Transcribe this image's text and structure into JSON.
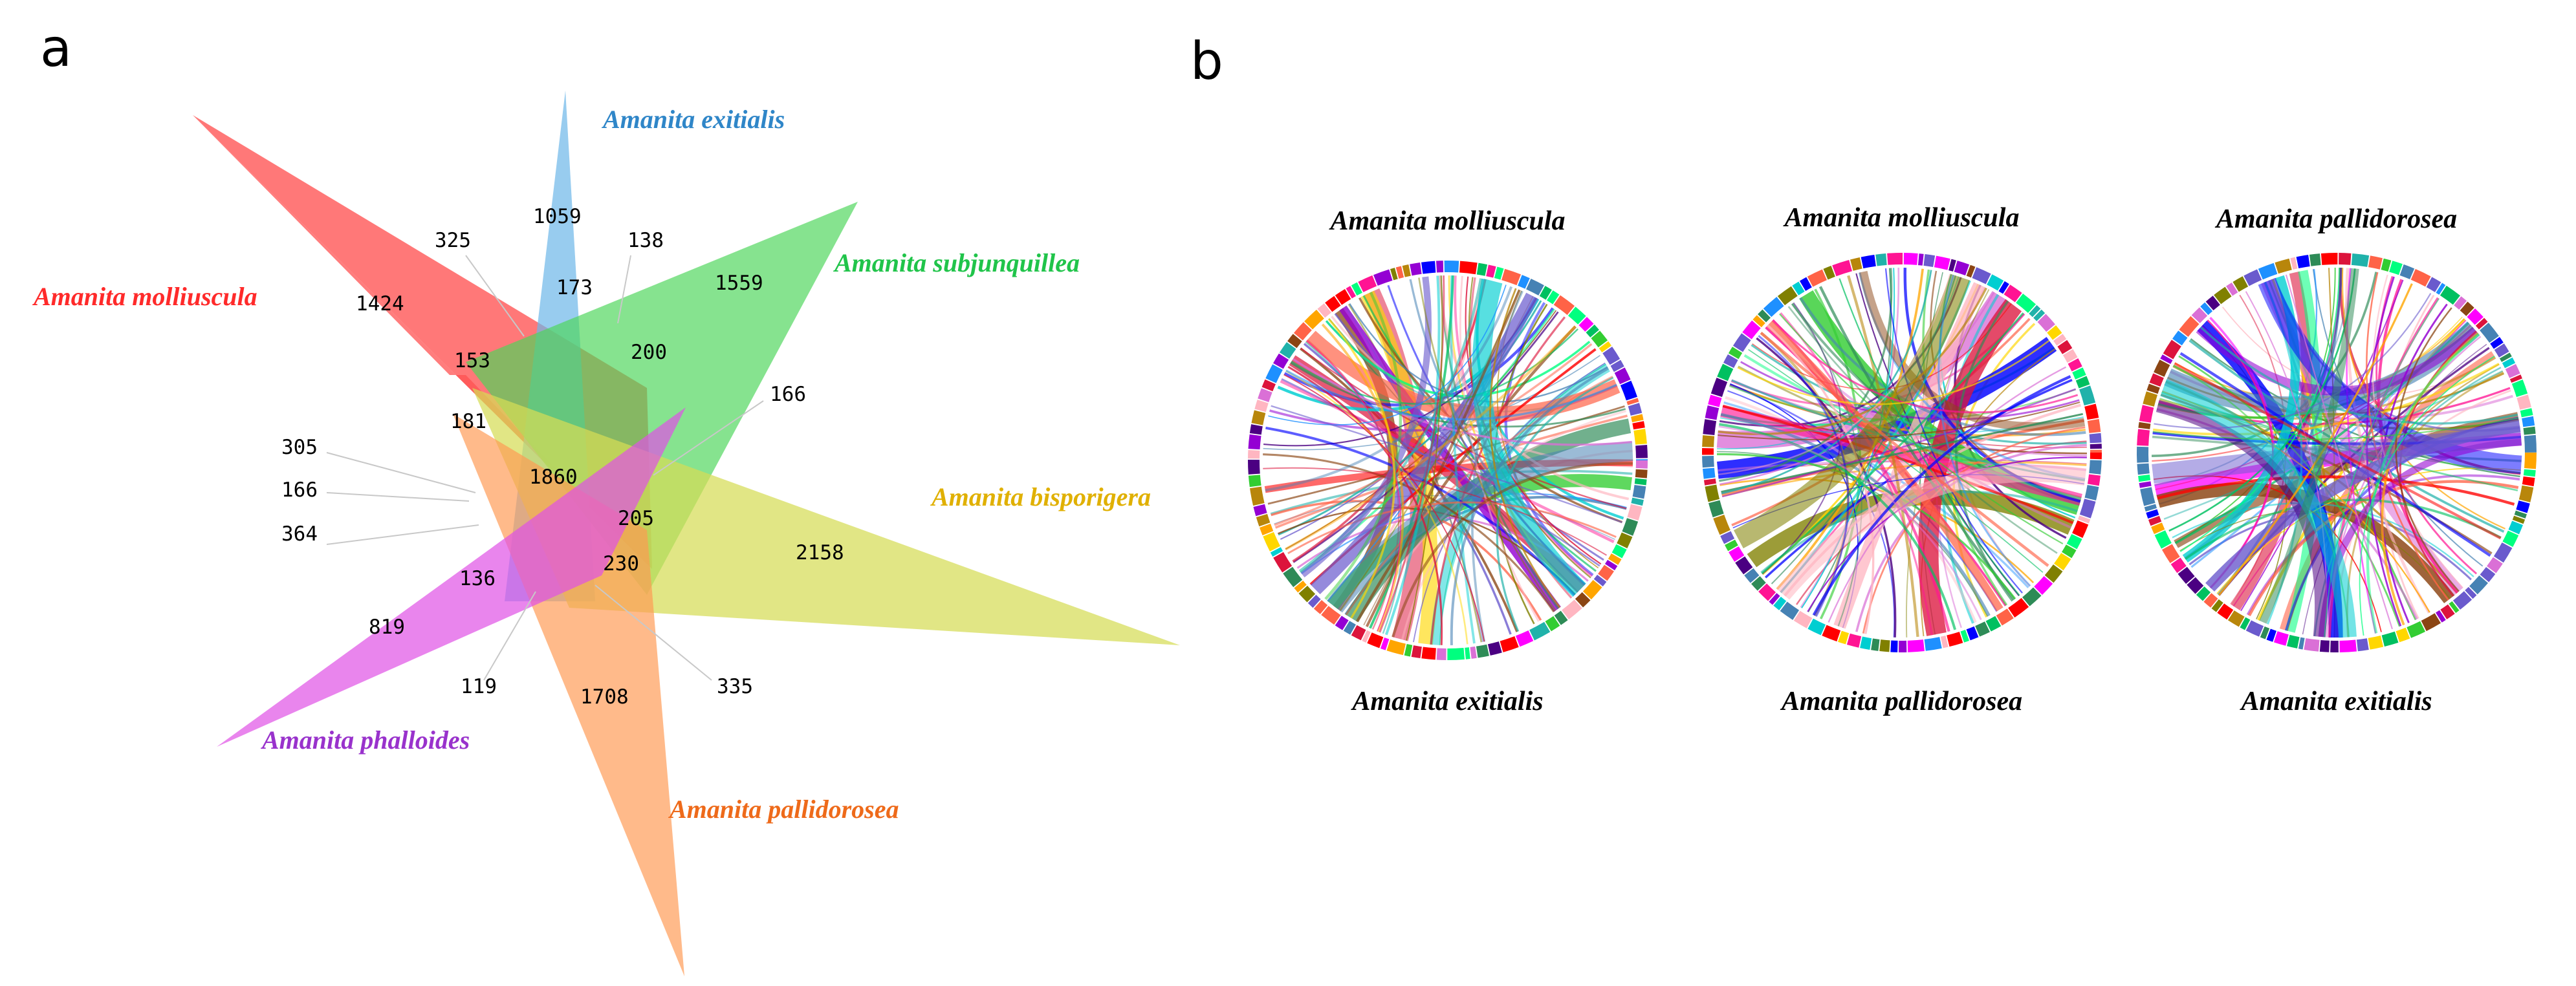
{
  "panel_a": {
    "letter": "a",
    "species": [
      {
        "name": "Amanita molliuscula",
        "color": "#ff2a2a"
      },
      {
        "name": "Amanita exitialis",
        "color": "#2f86c8"
      },
      {
        "name": "Amanita subjunquillea",
        "color": "#20c44a"
      },
      {
        "name": "Amanita bisporigera",
        "color": "#e0b000"
      },
      {
        "name": "Amanita pallidorosea",
        "color": "#ee6a1a"
      },
      {
        "name": "Amanita phalloides",
        "color": "#9932cc"
      }
    ],
    "petal_colors": {
      "molliuscula": "#ff5252",
      "exitialis": "#6cb6e8",
      "subjunquillea": "#4cd65a",
      "bisporigera": "#d6dc56",
      "pallidorosea": "#ff9a52",
      "phalloides": "#e051e6"
    },
    "counts": [
      "1059",
      "325",
      "138",
      "1424",
      "173",
      "1559",
      "153",
      "200",
      "166",
      "181",
      "305",
      "166",
      "1860",
      "364",
      "205",
      "2158",
      "136",
      "230",
      "819",
      "119",
      "335",
      "1708"
    ]
  },
  "panel_b": {
    "letter": "b",
    "chords": [
      {
        "top": "Amanita molliuscula",
        "bottom": "Amanita exitialis"
      },
      {
        "top": "Amanita molliuscula",
        "bottom": "Amanita pallidorosea"
      },
      {
        "top": "Amanita pallidorosea",
        "bottom": "Amanita exitialis"
      }
    ],
    "palette": [
      "#ff0000",
      "#0000ff",
      "#00c060",
      "#ff00ff",
      "#00ced1",
      "#ffa500",
      "#9400d3",
      "#8b4513",
      "#32cd32",
      "#ff1493",
      "#1e90ff",
      "#ffd700",
      "#808000",
      "#4b0082",
      "#ff6347",
      "#20b2aa",
      "#da70d6",
      "#2e8b57",
      "#b8860b",
      "#6a5acd",
      "#ffb6c1",
      "#00ff7f",
      "#dc143c",
      "#4682b4"
    ]
  }
}
